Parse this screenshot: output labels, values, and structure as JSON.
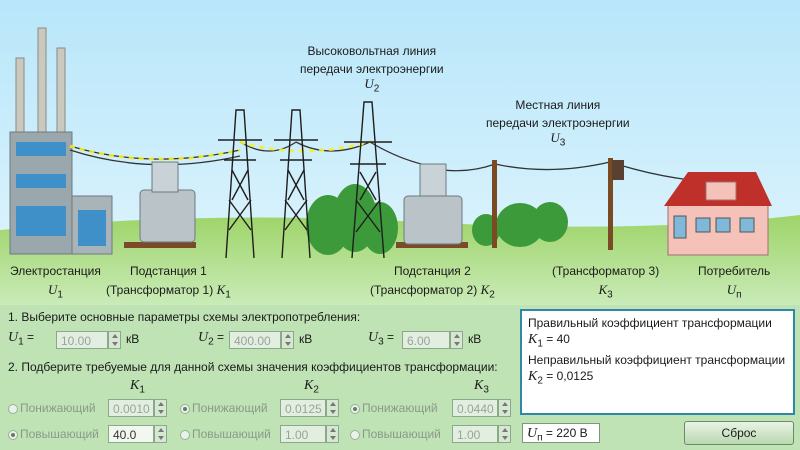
{
  "labels": {
    "hv_line_1": "Высоковольтная линия",
    "hv_line_2": "передачи электроэнергии",
    "hv_var": "U",
    "hv_sub": "2",
    "local_line_1": "Местная линия",
    "local_line_2": "передачи электроэнергии",
    "local_var": "U",
    "local_sub": "3",
    "plant": "Электростанция",
    "plant_var": "U",
    "plant_sub": "1",
    "sub1_1": "Подстанция 1",
    "sub1_2": "(Трансформатор 1)",
    "sub1_var": "K",
    "sub1_sub": "1",
    "sub2_1": "Подстанция 2",
    "sub2_2": "(Трансформатор 2)",
    "sub2_var": "K",
    "sub2_sub": "2",
    "tr3": "(Трансформатор 3)",
    "tr3_var": "K",
    "tr3_sub": "3",
    "consumer": "Потребитель",
    "consumer_var": "U",
    "consumer_sub": "п"
  },
  "panel": {
    "step1": "1. Выберите основные параметры схемы электропотребления:",
    "u1_var": "U",
    "u1_sub": "1",
    "u1_value": "10.00",
    "u2_var": "U",
    "u2_sub": "2",
    "u2_value": "400.00",
    "u3_var": "U",
    "u3_sub": "3",
    "u3_value": "6.00",
    "eq": "=",
    "unit": "кВ",
    "step2": "2. Подберите требуемые для данной схемы значения коэффициентов трансформации:",
    "k1_var": "K",
    "k1_sub": "1",
    "k2_var": "K",
    "k2_sub": "2",
    "k3_var": "K",
    "k3_sub": "3",
    "step_down": "Понижающий",
    "step_up": "Повышающий",
    "k1_down": "0.0010",
    "k1_up": "40.0",
    "k2_down": "0.0125",
    "k2_up": "1.00",
    "k3_down": "0.0440",
    "k3_up": "1.00"
  },
  "result": {
    "line1": "Правильный коэффициент трансформации",
    "line2_var": "K",
    "line2_sub": "1",
    "line2_val": " = 40",
    "line3": "Неправильный коэффициент трансформации",
    "line4_var": "K",
    "line4_sub": "2",
    "line4_val": " = 0,0125"
  },
  "bottom": {
    "up_var": "U",
    "up_sub": "п",
    "up_val": " = 220 В",
    "reset": "Сброс"
  },
  "colors": {
    "sky": "#c6ecfb",
    "grass": "#8ccc5a",
    "panel": "#bfe3b4",
    "result_border": "#2c8aa8"
  }
}
